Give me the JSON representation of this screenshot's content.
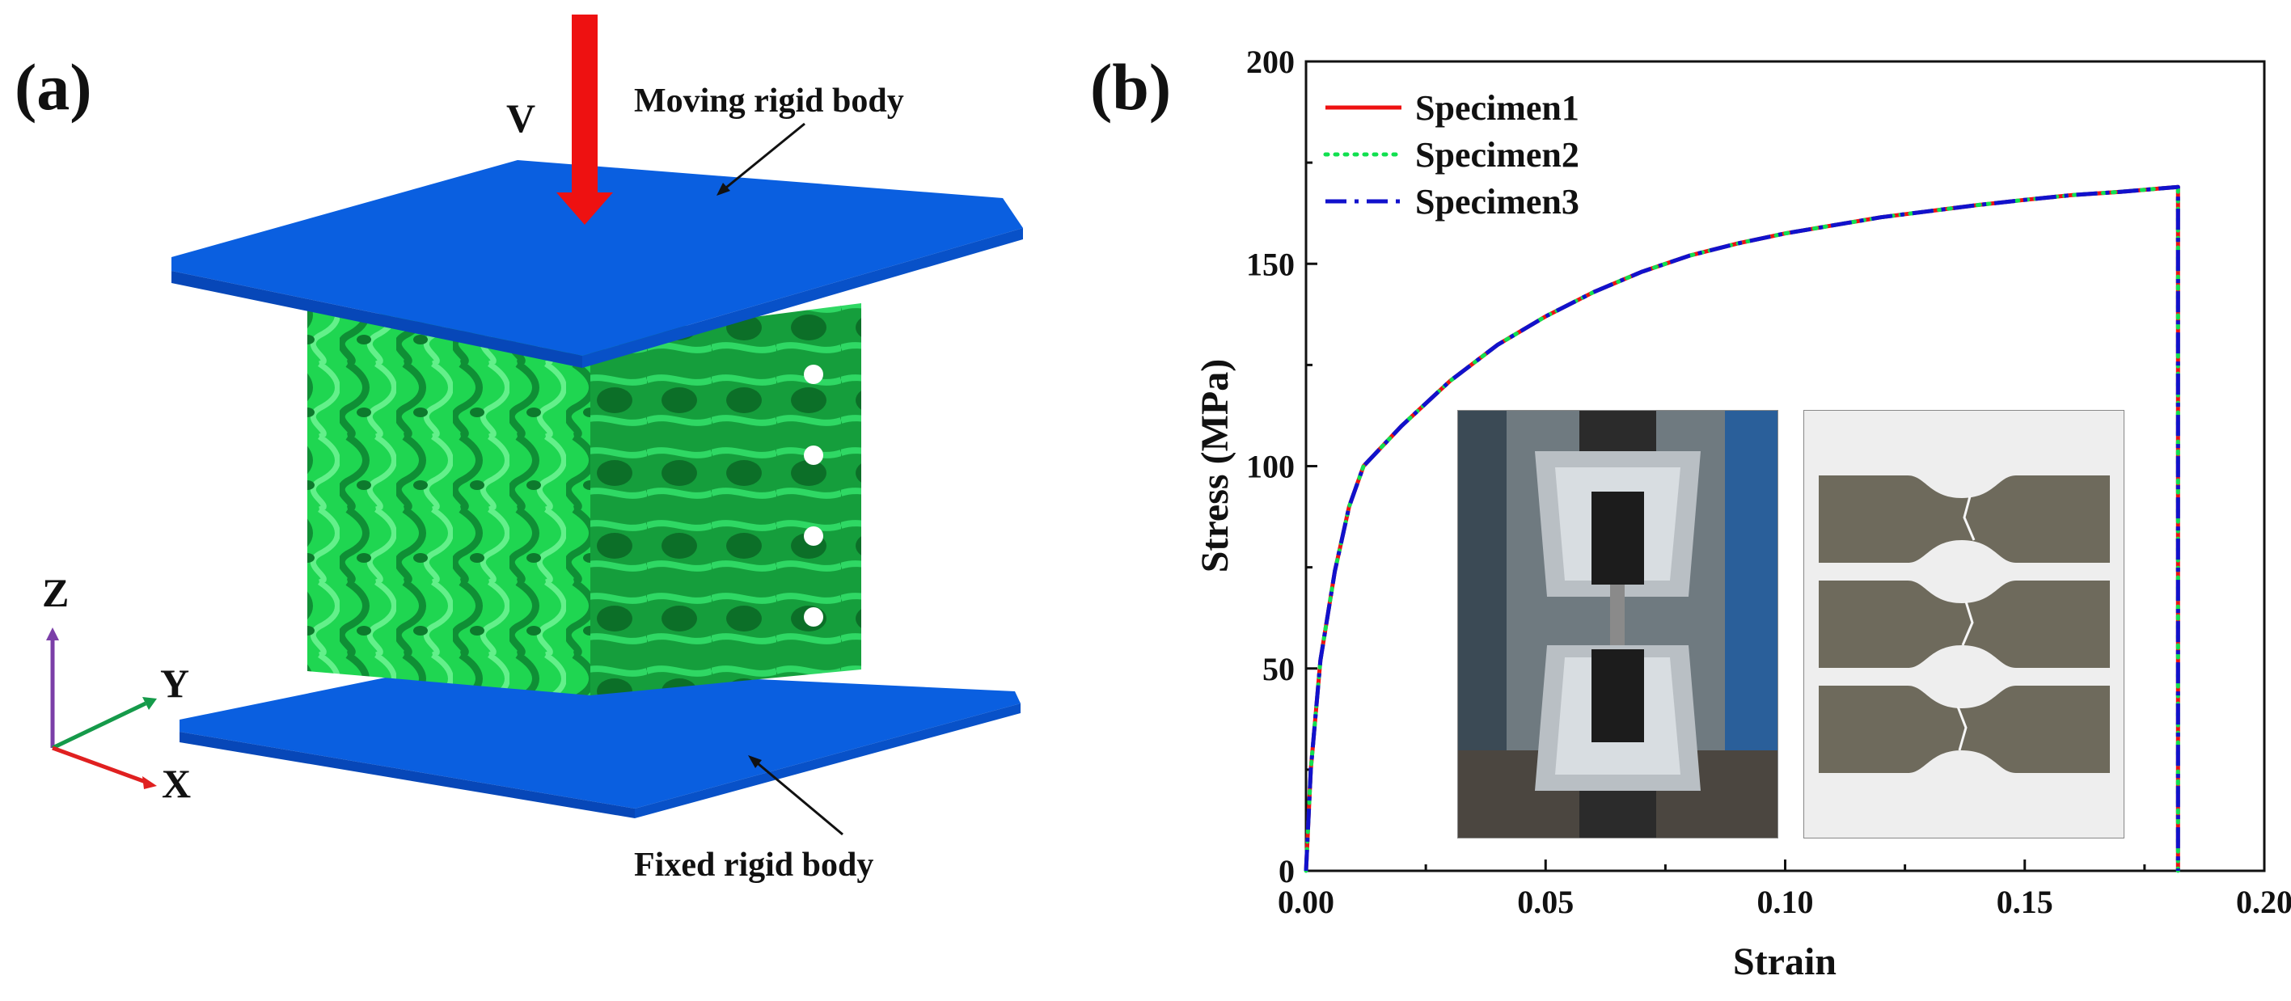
{
  "panel_a": {
    "label": "(a)",
    "velocity_label": "V",
    "top_plate_label": "Moving rigid body",
    "bottom_plate_label": "Fixed rigid body",
    "axes": {
      "z": "Z",
      "y": "Y",
      "x": "X"
    },
    "colors": {
      "plate": "#0a5fe0",
      "plate_dark": "#0747b8",
      "lattice": "#22e05a",
      "lattice_dark": "#119a3a",
      "arrow": "#ee1111",
      "z_axis": "#7b3fa8",
      "y_axis": "#159a4a",
      "x_axis": "#e02020"
    }
  },
  "panel_b": {
    "label": "(b)",
    "chart_data": {
      "type": "line",
      "title": "",
      "xlabel": "Strain",
      "ylabel": "Stress (MPa)",
      "xlim": [
        0,
        0.2
      ],
      "ylim": [
        0,
        200
      ],
      "x_ticks": [
        "0.00",
        "0.05",
        "0.10",
        "0.15",
        "0.20"
      ],
      "y_ticks": [
        "0",
        "50",
        "100",
        "150",
        "200"
      ],
      "grid": false,
      "legend_position": "top-left",
      "series": [
        {
          "name": "Specimen1",
          "color": "#ee1111",
          "style": "solid",
          "x": [
            0,
            0.001,
            0.003,
            0.006,
            0.009,
            0.012,
            0.02,
            0.03,
            0.04,
            0.05,
            0.06,
            0.07,
            0.08,
            0.09,
            0.1,
            0.11,
            0.12,
            0.13,
            0.14,
            0.15,
            0.16,
            0.17,
            0.182,
            0.182
          ],
          "y": [
            0,
            25,
            52,
            74,
            90,
            100,
            110,
            121,
            130,
            137,
            143,
            148,
            152,
            155,
            157.5,
            159.5,
            161.5,
            163,
            164.5,
            165.8,
            167,
            167.8,
            169,
            0
          ]
        },
        {
          "name": "Specimen2",
          "color": "#11e050",
          "style": "dotted",
          "x": [
            0,
            0.001,
            0.003,
            0.006,
            0.009,
            0.012,
            0.02,
            0.03,
            0.04,
            0.05,
            0.06,
            0.07,
            0.08,
            0.09,
            0.1,
            0.11,
            0.12,
            0.13,
            0.14,
            0.15,
            0.16,
            0.17,
            0.182,
            0.182
          ],
          "y": [
            0,
            25,
            52,
            74,
            90,
            100,
            110,
            121,
            130,
            137,
            143,
            148,
            152,
            155,
            157.5,
            159.5,
            161.5,
            163,
            164.5,
            165.8,
            167,
            167.8,
            169,
            0
          ]
        },
        {
          "name": "Specimen3",
          "color": "#1111cc",
          "style": "dashdot",
          "x": [
            0,
            0.001,
            0.003,
            0.006,
            0.009,
            0.012,
            0.02,
            0.03,
            0.04,
            0.05,
            0.06,
            0.07,
            0.08,
            0.09,
            0.1,
            0.11,
            0.12,
            0.13,
            0.14,
            0.15,
            0.16,
            0.17,
            0.182,
            0.182
          ],
          "y": [
            0,
            25,
            52,
            74,
            90,
            100,
            110,
            121,
            130,
            137,
            143,
            148,
            152,
            155,
            157.5,
            159.5,
            161.5,
            163,
            164.5,
            165.8,
            167,
            167.8,
            169,
            0
          ]
        }
      ]
    }
  }
}
